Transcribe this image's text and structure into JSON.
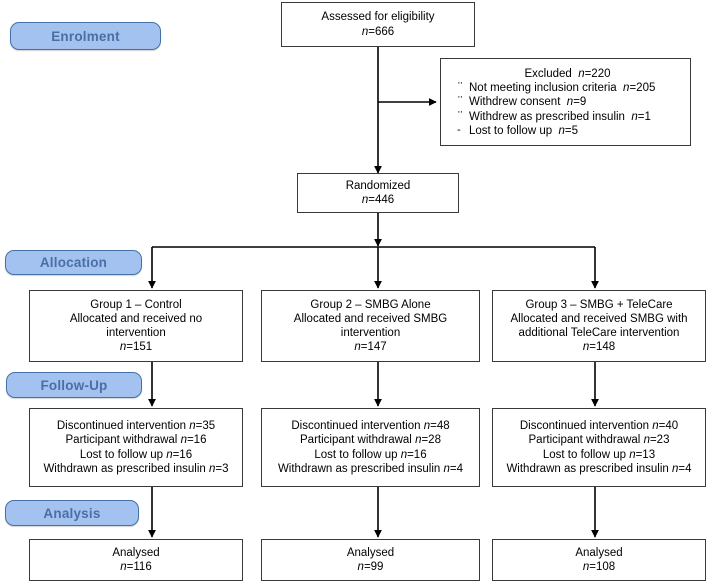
{
  "title": "CONSORT participant flow diagram",
  "colors": {
    "stage_fill": "#a3c2f0",
    "stage_border": "#4472a8",
    "stage_text": "#4a6fa5",
    "box_border": "#3a3a3a",
    "box_fill": "#ffffff",
    "arrow": "#000000"
  },
  "stages": [
    {
      "id": "enrolment",
      "label": "Enrolment"
    },
    {
      "id": "allocation",
      "label": "Allocation"
    },
    {
      "id": "follow-up",
      "label": "Follow-Up"
    },
    {
      "id": "analysis",
      "label": "Analysis"
    }
  ],
  "enrolment": {
    "assessed": {
      "line1": "Assessed for eligibility",
      "n_label": "n",
      "n_value": "=666"
    },
    "excluded": {
      "title_text": "Excluded",
      "title_n_label": "n",
      "title_n_value": "=220",
      "reasons": [
        {
          "text": "Not meeting inclusion criteria",
          "n_label": "n",
          "n_value": "=205",
          "marker": "dotted"
        },
        {
          "text": "Withdrew consent",
          "n_label": "n",
          "n_value": "=9",
          "marker": "dotted"
        },
        {
          "text": "Withdrew as prescribed insulin",
          "n_label": "n",
          "n_value": "=1",
          "marker": "dotted"
        },
        {
          "text": "Lost to follow up",
          "n_label": "n",
          "n_value": "=5",
          "marker": "dash"
        }
      ]
    },
    "randomized": {
      "line1": "Randomized",
      "n_label": "n",
      "n_value": "=446"
    }
  },
  "allocation": {
    "groups": [
      {
        "id": "group-1",
        "lines": [
          "Group 1 – Control",
          "Allocated and received no",
          "intervention"
        ],
        "n_label": "n",
        "n_value": "=151"
      },
      {
        "id": "group-2",
        "lines": [
          "Group 2 – SMBG Alone",
          "Allocated and received SMBG",
          "intervention"
        ],
        "n_label": "n",
        "n_value": "=147"
      },
      {
        "id": "group-3",
        "lines": [
          "Group 3 – SMBG + TeleCare",
          "Allocated and received SMBG with",
          "additional TeleCare intervention"
        ],
        "n_label": "n",
        "n_value": "=148"
      }
    ]
  },
  "followup": {
    "groups": [
      {
        "id": "followup-1",
        "rows": [
          {
            "text": "Discontinued intervention",
            "n_label": "n",
            "n_value": "=35"
          },
          {
            "text": "Participant withdrawal",
            "n_label": "n",
            "n_value": "=16"
          },
          {
            "text": "Lost to follow up",
            "n_label": "n",
            "n_value": "=16"
          },
          {
            "text": "Withdrawn as prescribed insulin",
            "n_label": "n",
            "n_value": "=3"
          }
        ]
      },
      {
        "id": "followup-2",
        "rows": [
          {
            "text": "Discontinued intervention",
            "n_label": "n",
            "n_value": "=48"
          },
          {
            "text": "Participant withdrawal",
            "n_label": "n",
            "n_value": "=28"
          },
          {
            "text": "Lost to follow up",
            "n_label": "n",
            "n_value": "=16"
          },
          {
            "text": "Withdrawn as prescribed insulin",
            "n_label": "n",
            "n_value": "=4"
          }
        ]
      },
      {
        "id": "followup-3",
        "rows": [
          {
            "text": "Discontinued intervention",
            "n_label": "n",
            "n_value": "=40"
          },
          {
            "text": "Participant withdrawal",
            "n_label": "n",
            "n_value": "=23"
          },
          {
            "text": "Lost to follow up",
            "n_label": "n",
            "n_value": "=13"
          },
          {
            "text": "Withdrawn as prescribed insulin",
            "n_label": "n",
            "n_value": "=4"
          }
        ]
      }
    ]
  },
  "analysis": {
    "groups": [
      {
        "id": "analysed-1",
        "line1": "Analysed",
        "n_label": "n",
        "n_value": "=116"
      },
      {
        "id": "analysed-2",
        "line1": "Analysed",
        "n_label": "n",
        "n_value": "=99"
      },
      {
        "id": "analysed-3",
        "line1": "Analysed",
        "n_label": "n",
        "n_value": "=108"
      }
    ]
  }
}
